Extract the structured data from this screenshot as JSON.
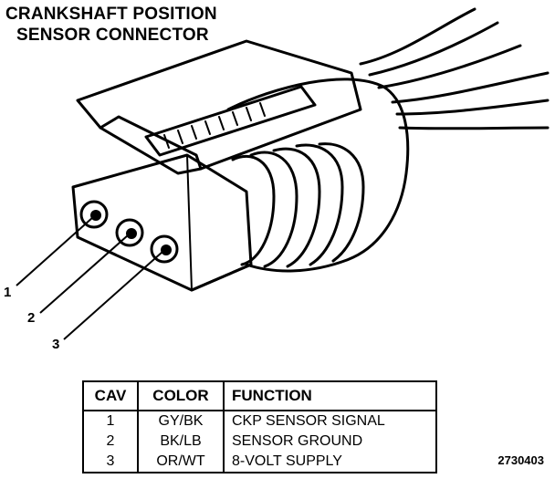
{
  "title": {
    "line1": "CRANKSHAFT POSITION",
    "line2": "SENSOR CONNECTOR"
  },
  "pins": [
    "1",
    "2",
    "3"
  ],
  "table": {
    "headers": [
      "CAV",
      "COLOR",
      "FUNCTION"
    ],
    "rows": [
      {
        "cav": "1",
        "color": "GY/BK",
        "function": "CKP SENSOR SIGNAL"
      },
      {
        "cav": "2",
        "color": "BK/LB",
        "function": "SENSOR GROUND"
      },
      {
        "cav": "3",
        "color": "OR/WT",
        "function": "8-VOLT SUPPLY"
      }
    ]
  },
  "figure_code": "2730403"
}
